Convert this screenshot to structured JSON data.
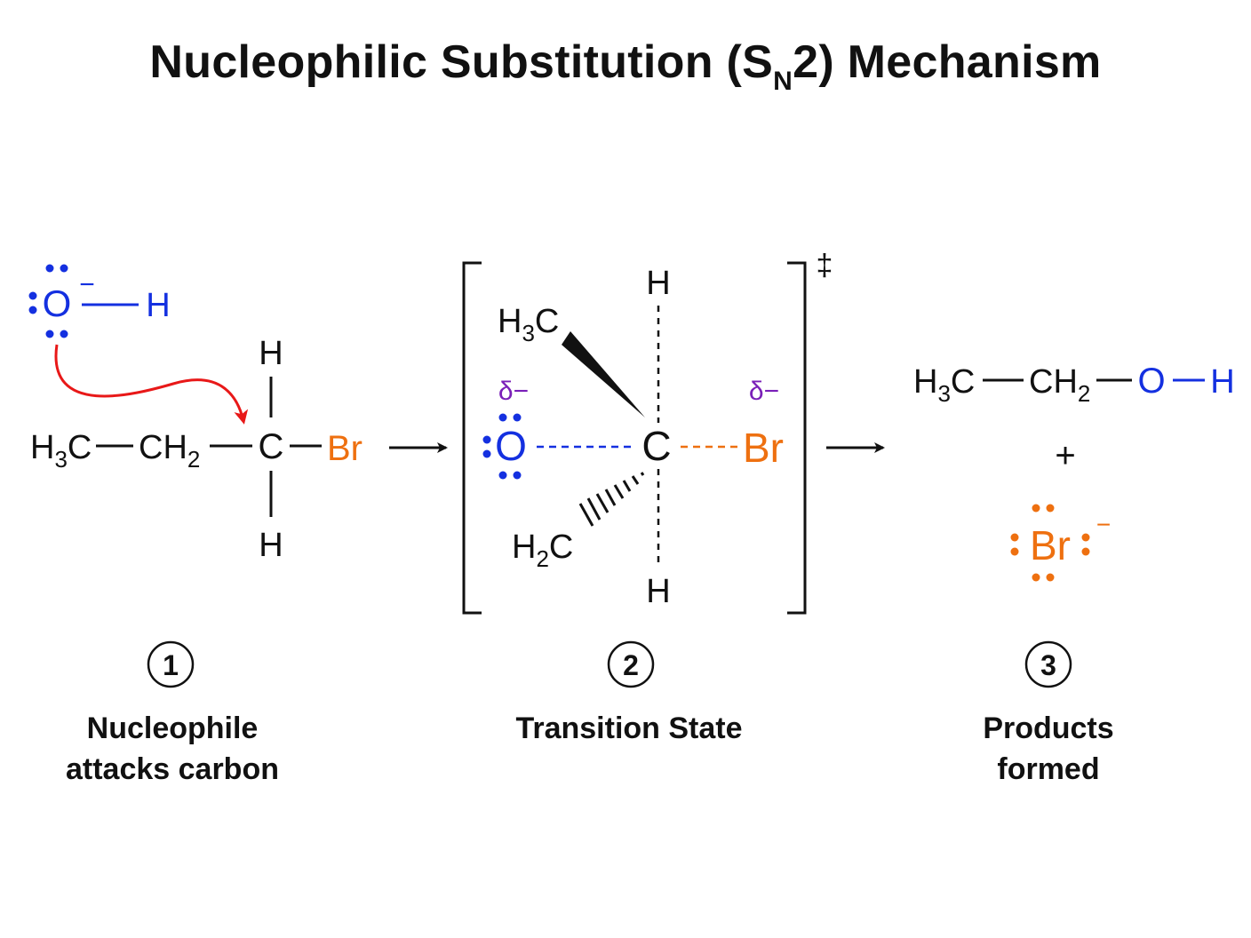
{
  "title": {
    "main": "Nucleophilic Substitution (S",
    "sub": "N",
    "tail": "2) Mechanism"
  },
  "colors": {
    "oxygen": "#1430e0",
    "bromine": "#ee7010",
    "arrow": "#e81818",
    "delta": "#7a20b8",
    "ink": "#111111"
  },
  "reactants": {
    "nucleophile": {
      "o": "O",
      "charge": "−",
      "h": "H"
    },
    "substrate": {
      "h3": "H",
      "h3_sub": "3",
      "c1": "C",
      "h2": "CH",
      "h2_sub": "2",
      "c": "C",
      "h_top": "H",
      "h_bottom": "H",
      "br": "Br"
    }
  },
  "transition_state": {
    "h_top": "H",
    "h_bottom": "H",
    "h3c": "H",
    "h3c_sub": "3",
    "h3c_c": "C",
    "h2c": "H",
    "h2c_sub": "2",
    "h2c_c": "C",
    "o": "O",
    "c": "C",
    "br": "Br",
    "delta_left": "δ−",
    "delta_right": "δ−",
    "double_dagger": "‡"
  },
  "products": {
    "alcohol": {
      "h3": "H",
      "h3_sub": "3",
      "c1": "C",
      "ch2": "CH",
      "ch2_sub": "2",
      "o": "O",
      "h": "H"
    },
    "plus": "+",
    "bromide": {
      "br": "Br",
      "charge": "−"
    }
  },
  "steps": [
    {
      "number": "1",
      "label_line1": "Nucleophile",
      "label_line2": "attacks carbon"
    },
    {
      "number": "2",
      "label_line1": "Transition State",
      "label_line2": ""
    },
    {
      "number": "3",
      "label_line1": "Products",
      "label_line2": "formed"
    }
  ]
}
